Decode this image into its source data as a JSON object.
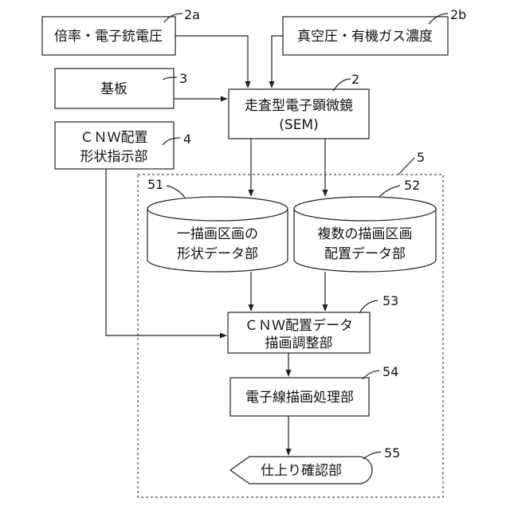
{
  "boxes": {
    "magnification": {
      "label": "倍率・電子銃電圧",
      "ref": "2a"
    },
    "vacuum": {
      "label": "真空圧・有機ガス濃度",
      "ref": "2b"
    },
    "substrate": {
      "label": "基板",
      "ref": "3"
    },
    "sem": {
      "line1": "走査型電子顕微鏡",
      "line2": "(SEM)",
      "ref": "2"
    },
    "cnw_instruction": {
      "line1": "ＣＮＷ配置",
      "line2": "形状指示部",
      "ref": "4"
    },
    "processing_unit": {
      "ref": "5"
    },
    "shape_data": {
      "line1": "一描画区画の",
      "line2": "形状データ部",
      "ref": "51"
    },
    "placement_data": {
      "line1": "複数の描画区画",
      "line2": "配置データ部",
      "ref": "52"
    },
    "adjust": {
      "line1": "ＣＮＷ配置データ",
      "line2": "描画調整部",
      "ref": "53"
    },
    "ebeam": {
      "label": "電子線描画処理部",
      "ref": "54"
    },
    "finish": {
      "label": "仕上り確認部",
      "ref": "55"
    }
  }
}
